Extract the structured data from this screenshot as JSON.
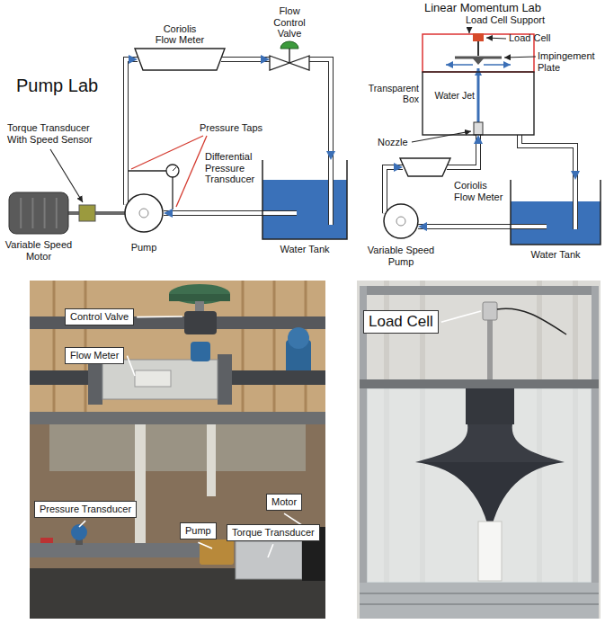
{
  "diagram": {
    "nodes": [
      {
        "text": [
          "Coriolis Flow Meter"
        ]
      },
      {
        "text": [
          "Flow Control Valve"
        ]
      },
      {
        "text": [
          "Variable Speed Motor"
        ]
      },
      {
        "text": [
          "Pump"
        ]
      },
      {
        "text": [
          "Water Tank"
        ]
      },
      {
        "text": [
          "Transparent Box"
        ]
      },
      {
        "text": [
          "Coriolis Flow Meter"
        ]
      },
      {
        "text": [
          "Variable Speed Pump"
        ]
      },
      {
        "text": [
          "Water Tank"
        ]
      },
      {
        "text": [
          "Control Valve"
        ]
      },
      {
        "text": [
          "Flow Meter"
        ]
      },
      {
        "text": [
          "Pressure Transducer"
        ]
      },
      {
        "text": [
          "Motor"
        ]
      },
      {
        "text": [
          "Pump"
        ]
      },
      {
        "text": [
          "Torque Transducer"
        ]
      },
      {
        "text": [
          "Load Cell"
        ]
      }
    ],
    "edges": [
      {
        "from": 3,
        "to": 0,
        "arrow": "to"
      },
      {
        "from": 0,
        "to": 1,
        "arrow": "to"
      },
      {
        "from": 1,
        "to": 4,
        "arrow": "to"
      },
      {
        "from": 4,
        "to": 3,
        "arrow": "to"
      },
      {
        "from": 2,
        "to": 3,
        "arrow": "none"
      },
      {
        "from": 8,
        "to": 7,
        "arrow": "to"
      },
      {
        "from": 7,
        "to": 6,
        "arrow": "to"
      },
      {
        "from": 6,
        "to": 5,
        "arrow": "to"
      },
      {
        "from": 5,
        "to": 8,
        "arrow": "to"
      }
    ],
    "labels": [
      "Pump Lab",
      "Torque Transducer With Speed Sensor",
      "Pressure Taps",
      "Differential Pressure Transducer",
      "Linear Momentum Lab",
      "Load Cell Support",
      "Load Cell",
      "Impingement Plate",
      "Water Jet",
      "Nozzle"
    ]
  }
}
